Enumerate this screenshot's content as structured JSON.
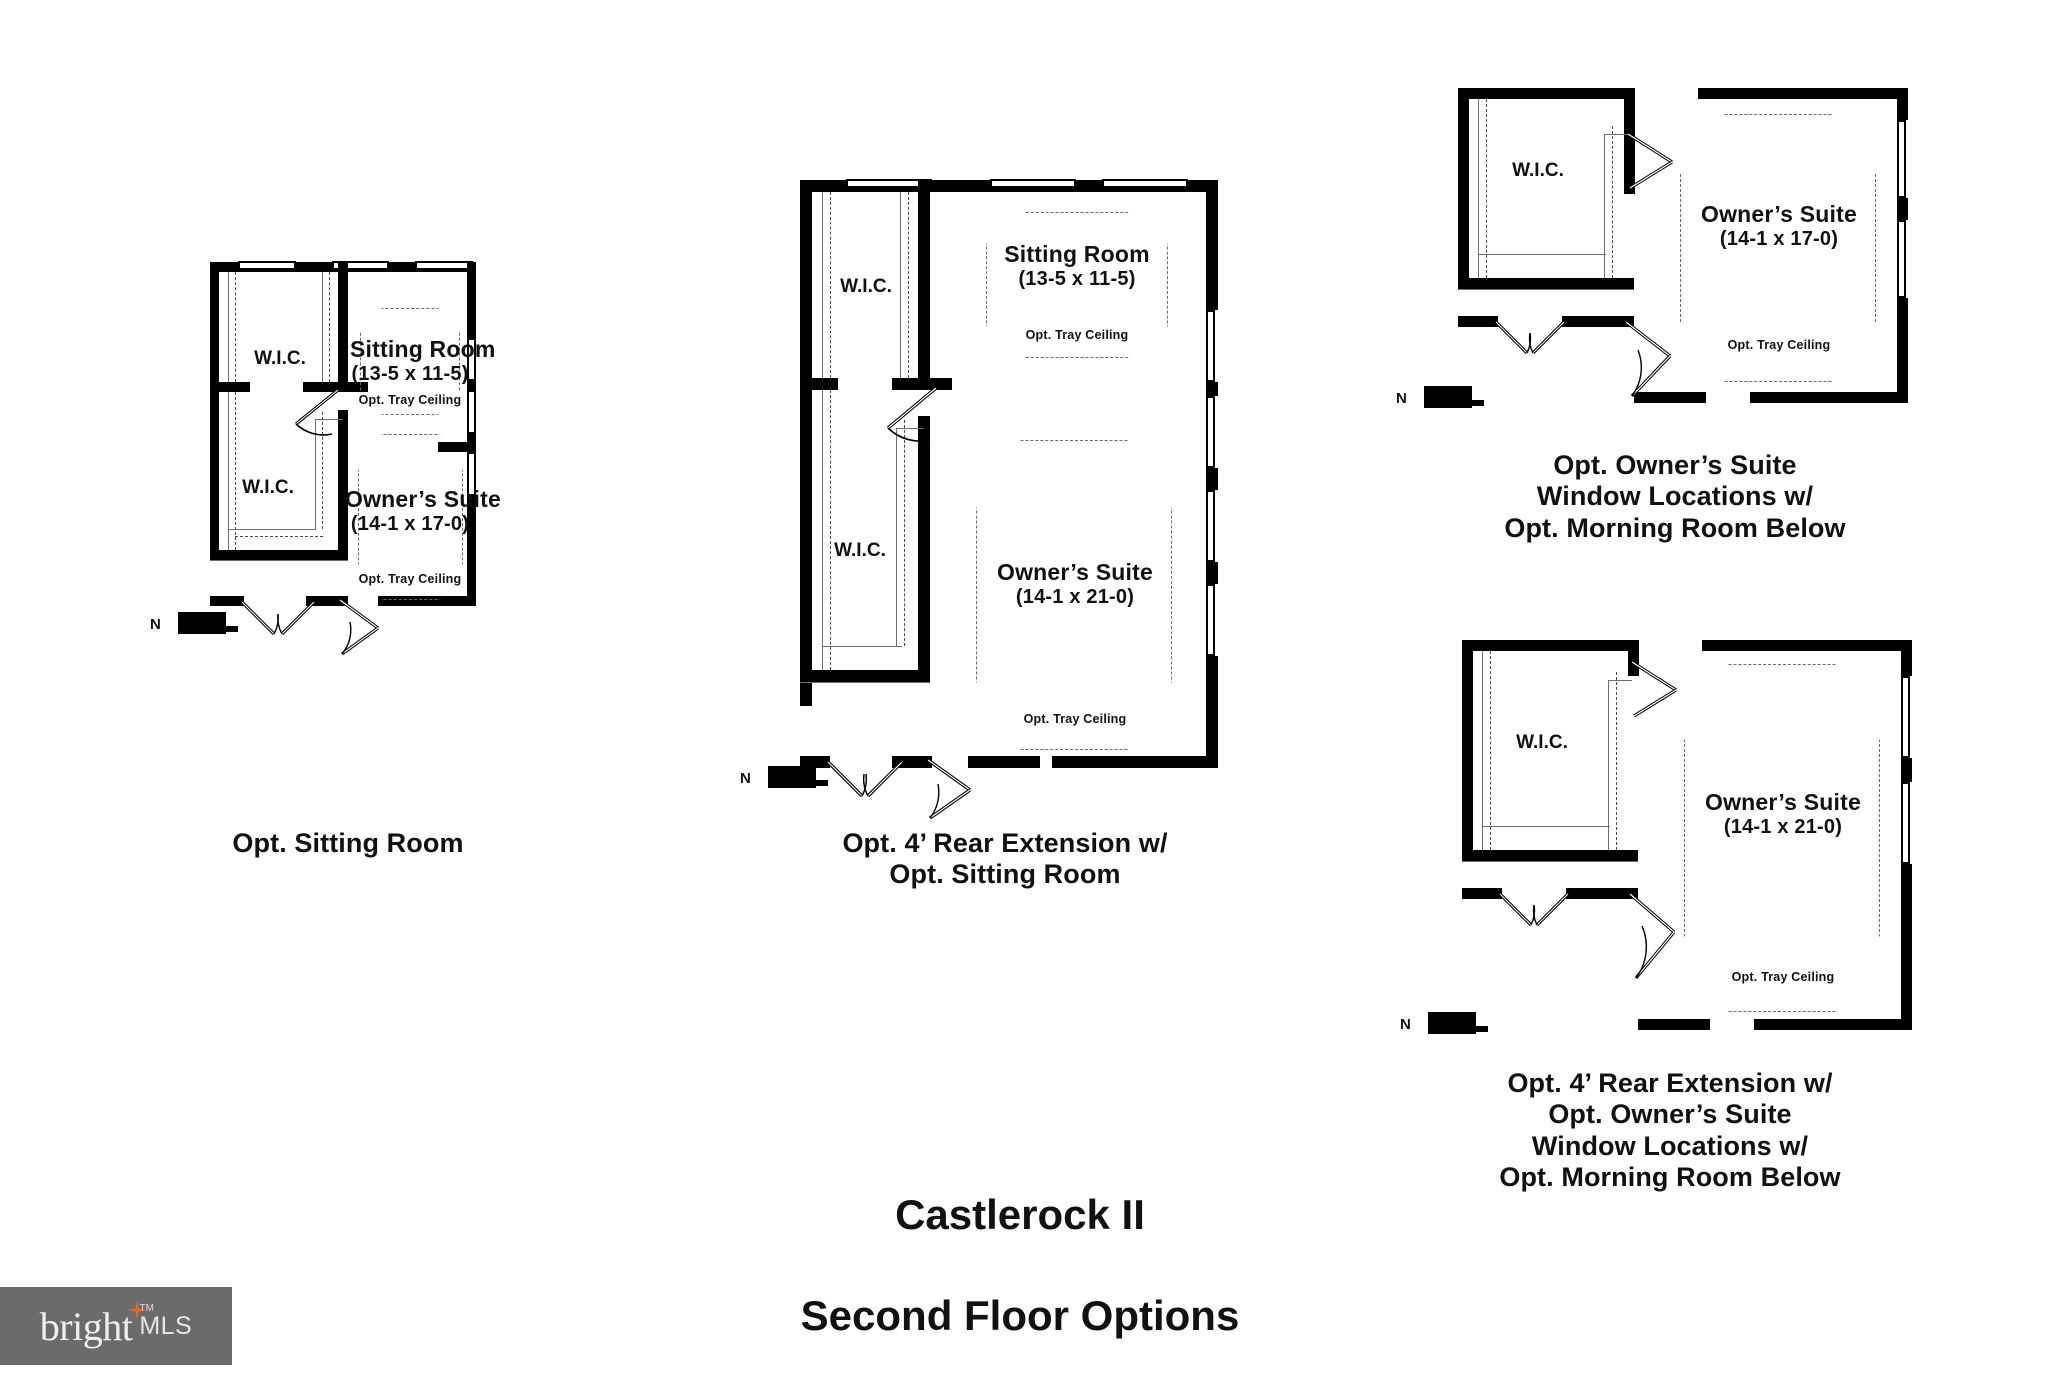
{
  "title": {
    "line1": "Castlerock II",
    "line2": "Second Floor Options"
  },
  "logo": {
    "word": "bright",
    "mls": "MLS",
    "tm": "TM",
    "accent_color": "#e8662a",
    "background_color": "#6b6b6b"
  },
  "plans": [
    {
      "id": "opt-sitting-room",
      "caption": "Opt. Sitting Room",
      "compass_label": "N",
      "rooms": [
        {
          "name": "W.I.C.",
          "label": "W.I.C."
        },
        {
          "name": "W.I.C.",
          "label": "W.I.C."
        },
        {
          "name": "Sitting Room",
          "label": "Sitting Room",
          "dimensions": "(13-5 x 11-5)",
          "ceiling_note": "Opt. Tray Ceiling"
        },
        {
          "name": "Owner's Suite",
          "label": "Owner’s Suite",
          "dimensions": "(14-1 x 17-0)",
          "ceiling_note": "Opt. Tray Ceiling"
        }
      ]
    },
    {
      "id": "opt-4ft-rear-extension-sitting-room",
      "caption": "Opt. 4’ Rear Extension w/\nOpt. Sitting Room",
      "compass_label": "N",
      "rooms": [
        {
          "name": "W.I.C.",
          "label": "W.I.C."
        },
        {
          "name": "W.I.C.",
          "label": "W.I.C."
        },
        {
          "name": "Sitting Room",
          "label": "Sitting Room",
          "dimensions": "(13-5 x 11-5)",
          "ceiling_note": "Opt. Tray Ceiling"
        },
        {
          "name": "Owner's Suite",
          "label": "Owner’s Suite",
          "dimensions": "(14-1 x 21-0)",
          "ceiling_note": "Opt. Tray Ceiling"
        }
      ]
    },
    {
      "id": "opt-owners-suite-window-locations",
      "caption": "Opt. Owner’s Suite\nWindow Locations w/\nOpt. Morning Room Below",
      "compass_label": "N",
      "rooms": [
        {
          "name": "W.I.C.",
          "label": "W.I.C."
        },
        {
          "name": "Owner's Suite",
          "label": "Owner’s Suite",
          "dimensions": "(14-1 x 17-0)",
          "ceiling_note": "Opt. Tray Ceiling"
        }
      ]
    },
    {
      "id": "opt-4ft-rear-extension-owners-suite-window-locations",
      "caption": "Opt. 4’ Rear Extension w/\nOpt. Owner’s Suite\nWindow Locations w/\nOpt. Morning Room Below",
      "compass_label": "N",
      "rooms": [
        {
          "name": "W.I.C.",
          "label": "W.I.C."
        },
        {
          "name": "Owner's Suite",
          "label": "Owner’s Suite",
          "dimensions": "(14-1 x 21-0)",
          "ceiling_note": "Opt. Tray Ceiling"
        }
      ]
    }
  ]
}
